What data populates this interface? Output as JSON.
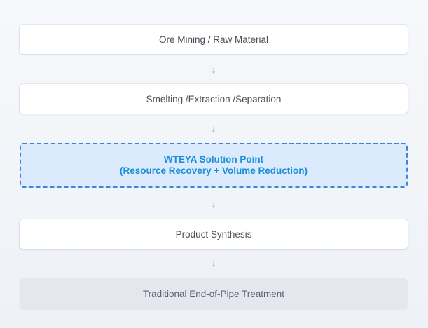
{
  "flow": {
    "steps": [
      {
        "label": "Ore Mining / Raw Material"
      },
      {
        "label": "Smelting /Extraction /Separation"
      },
      {
        "label_line1": "WTEYA Solution Point",
        "label_line2": "(Resource Recovery + Volume Reduction)"
      },
      {
        "label": "Product Synthesis"
      },
      {
        "label": "Traditional End-of-Pipe Treatment"
      }
    ],
    "arrow_glyph": "↓",
    "colors": {
      "highlight_text": "#1a8ed8",
      "highlight_border": "#3f86cf",
      "highlight_fill": "#dbeafc"
    }
  }
}
